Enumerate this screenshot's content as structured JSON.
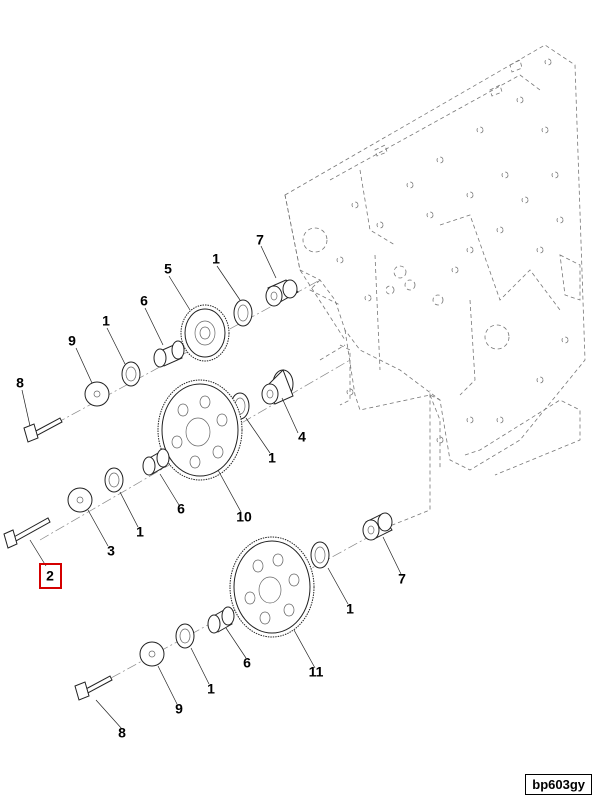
{
  "diagram": {
    "callouts": {
      "p5": "5",
      "p1a": "1",
      "p7a": "7",
      "p6a": "6",
      "p9a": "9",
      "p1b": "1",
      "p8a": "8",
      "p1c": "1",
      "p4": "4",
      "p10": "10",
      "p6b": "6",
      "p1d": "1",
      "p3": "3",
      "p2": "2",
      "p7b": "7",
      "p1e": "1",
      "p6c": "6",
      "p11": "11",
      "p1f": "1",
      "p9b": "9",
      "p8b": "8"
    },
    "selected_callout": "2",
    "highlight_color": "#d40000",
    "figure_code": "bp603gy"
  }
}
